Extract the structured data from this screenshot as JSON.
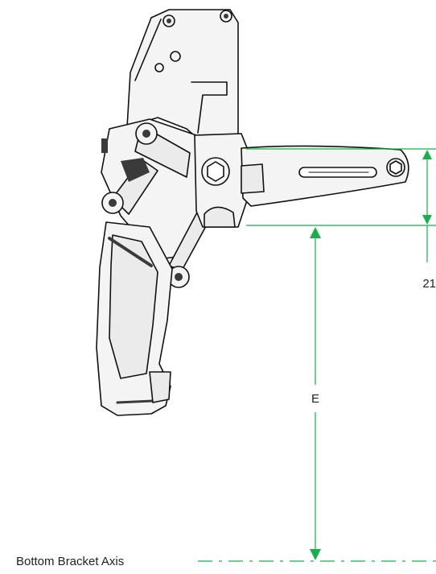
{
  "dimensions": {
    "e_label": "E",
    "height_label": "21"
  },
  "axis": {
    "label": "Bottom Bracket Axis"
  },
  "colors": {
    "dimension_line": "#18b04a",
    "outline": "#111111",
    "body_fill": "#f4f4f4",
    "shade": "#3a3a3a",
    "text": "#222222"
  },
  "icons": {
    "component": "front-derailleur-icon"
  }
}
